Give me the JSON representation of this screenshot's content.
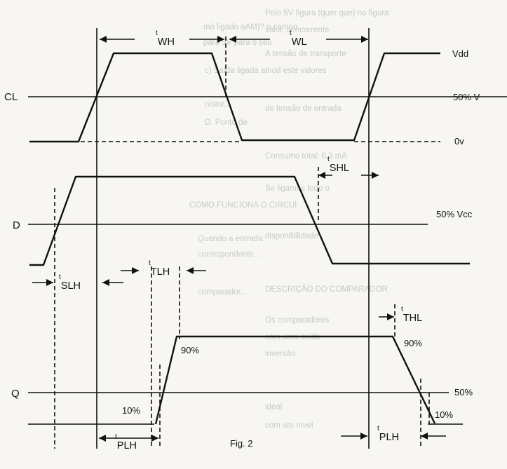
{
  "figure": {
    "caption": "Fig. 2",
    "signals": {
      "clock": {
        "name": "CL"
      },
      "data": {
        "name": "D"
      },
      "output": {
        "name": "Q"
      }
    },
    "levels": {
      "vdd": "Vdd",
      "half_vdd": "50% V",
      "zero": "0v",
      "half_vcc_d": "50% Vcc",
      "half_q": "50%",
      "p90_left": "90%",
      "p10_left": "10%",
      "p90_right": "90%",
      "p10_right": "10%"
    },
    "timings": {
      "twh": {
        "t": "t",
        "main": "WH"
      },
      "twl": {
        "t": "t",
        "main": "WL"
      },
      "tshl": {
        "t": "t",
        "main": "SHL"
      },
      "tslh": {
        "t": "t",
        "main": "SLH"
      },
      "ttlh": {
        "t": "t",
        "main": "TLH"
      },
      "tthl": {
        "t": "t",
        "main": "THL"
      },
      "tplh_left": {
        "t": "t",
        "main": "PLH"
      },
      "tplh_right": {
        "t": "t",
        "main": "PLH"
      }
    }
  },
  "background_text": {
    "left_column": [
      "mó ligado aAM)? o campo",
      "para 5V para o seu",
      "c) Saída ligada aí",
      "nistor...",
      "D. Ponto de",
      "COMO FUNCIONA O CIRCUI",
      "Quando a entrada",
      "correspondente...",
      "comparador..."
    ],
    "right_column": [
      "Pelo 5V figura (quer que) no figura",
      "valor, concorrente",
      "A tensão de transporte",
      "mod este valores",
      "de tensão de entrada",
      "Consumo total: 0,3 mA",
      "Se ligamos todo o",
      "disponibilidade",
      "DESCRIÇÃO DO COMPARADOR",
      "Os comparadores",
      "com uma saída",
      "inversão",
      "ideal",
      "com um nível"
    ]
  }
}
